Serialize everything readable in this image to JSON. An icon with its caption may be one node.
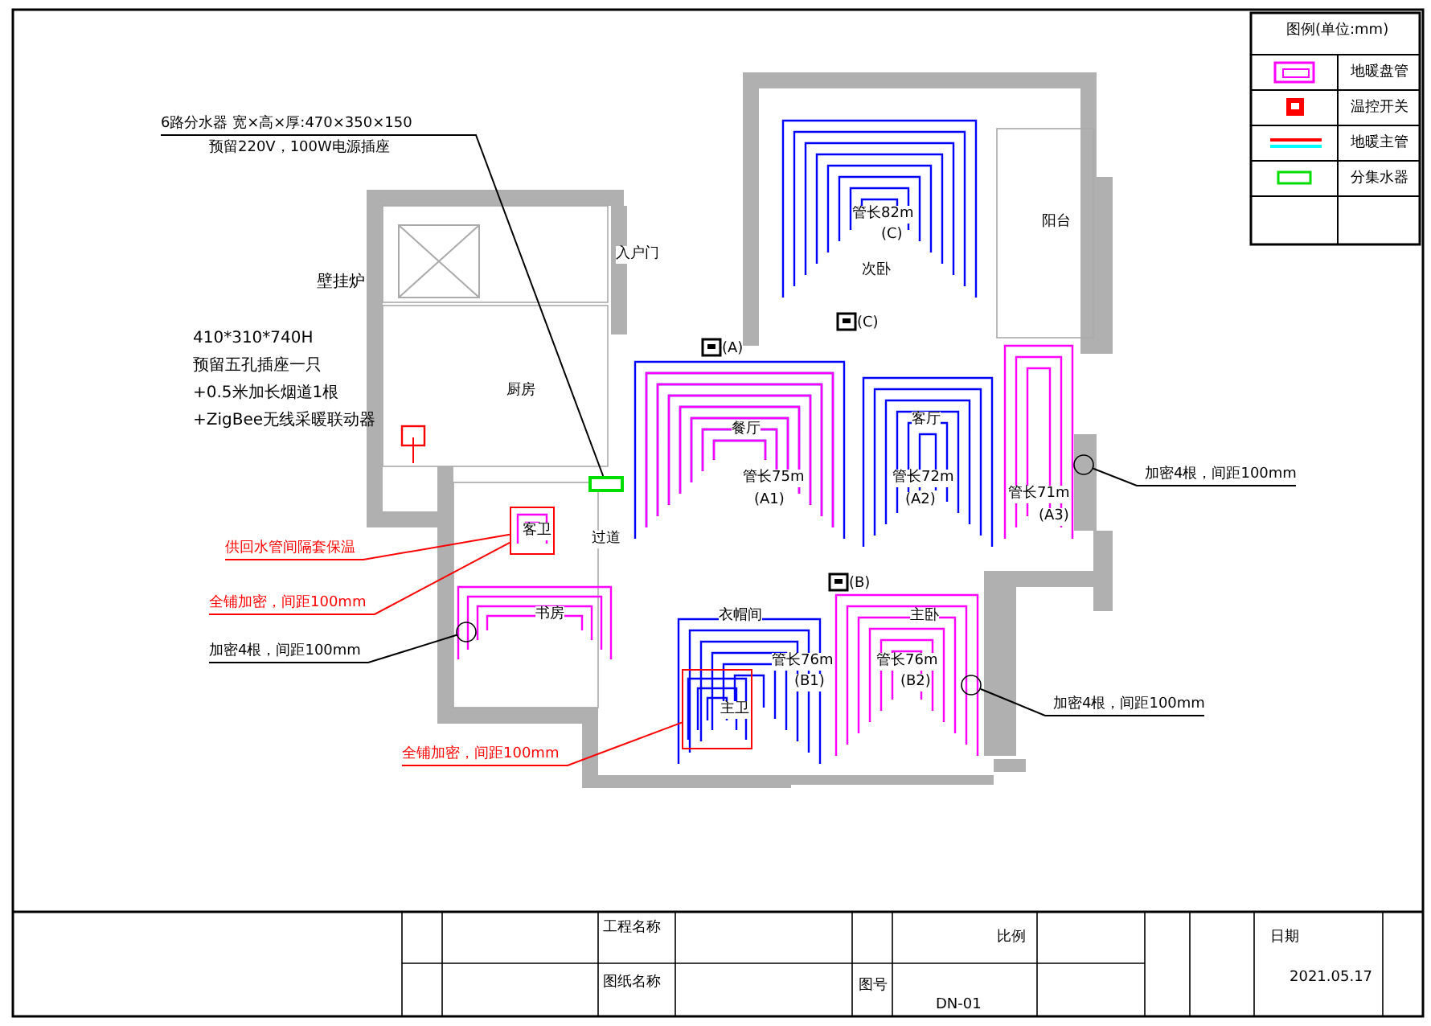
{
  "diagram": {
    "nodes": [
      {
        "text": [
          "6路分水器 宽×高×厚:470×350×150",
          "预留220V，100W电源插座"
        ]
      },
      {
        "text": [],
        "shape": "box"
      },
      {
        "text": [
          "供回水管间隔套保温"
        ]
      },
      {
        "text": [
          "全铺加密，间距100mm"
        ]
      },
      {
        "text": [
          "加密4根，间距100mm"
        ]
      },
      {
        "text": [
          "全铺加密，间距100mm"
        ]
      },
      {
        "text": [
          "加密4根，间距100mm"
        ]
      },
      {
        "text": [
          "加密4根，间距100mm"
        ]
      },
      {
        "text": [
          "客卫"
        ]
      },
      {
        "text": [
          "主卫"
        ]
      },
      {
        "text": [],
        "shape": "circle"
      },
      {
        "text": [],
        "shape": "circle"
      },
      {
        "text": [],
        "shape": "circle"
      }
    ],
    "edges": [
      {
        "from": 0,
        "to": 1,
        "arrow": "none"
      },
      {
        "from": 2,
        "to": 8,
        "arrow": "none",
        "color": "#ff0000"
      },
      {
        "from": 3,
        "to": 8,
        "arrow": "none",
        "color": "#ff0000"
      },
      {
        "from": 4,
        "to": 10,
        "arrow": "none"
      },
      {
        "from": 5,
        "to": 9,
        "arrow": "none",
        "color": "#ff0000"
      },
      {
        "from": 6,
        "to": 11,
        "arrow": "none"
      },
      {
        "from": 7,
        "to": 12,
        "arrow": "none"
      }
    ],
    "labels": [
      "入户门",
      "管长82m",
      "(C)",
      "次卧",
      "阳台",
      "(C)",
      "(A)",
      "厨房",
      "餐厅",
      "管长75m",
      "(A1)",
      "客厅",
      "管长72m",
      "(A2)",
      "管长71m",
      "(A3)",
      "过道",
      "(B)",
      "书房",
      "衣帽间",
      "主卧",
      "管长76m",
      "(B1)",
      "管长76m",
      "(B2)",
      "壁挂炉",
      "410*310*740H",
      "预留五孔插座一只",
      "+0.5米加长烟道1根",
      "+ZigBee无线采暖联动器",
      "图例(单位:mm)",
      "工程名称",
      "图纸名称",
      "图号",
      "DN-01",
      "比例",
      "日期",
      "2021.05.17"
    ],
    "legend": [
      {
        "text": "地暖盘管"
      },
      {
        "text": "温控开关"
      },
      {
        "text": "地暖主管"
      },
      {
        "text": "分集水器"
      }
    ]
  }
}
